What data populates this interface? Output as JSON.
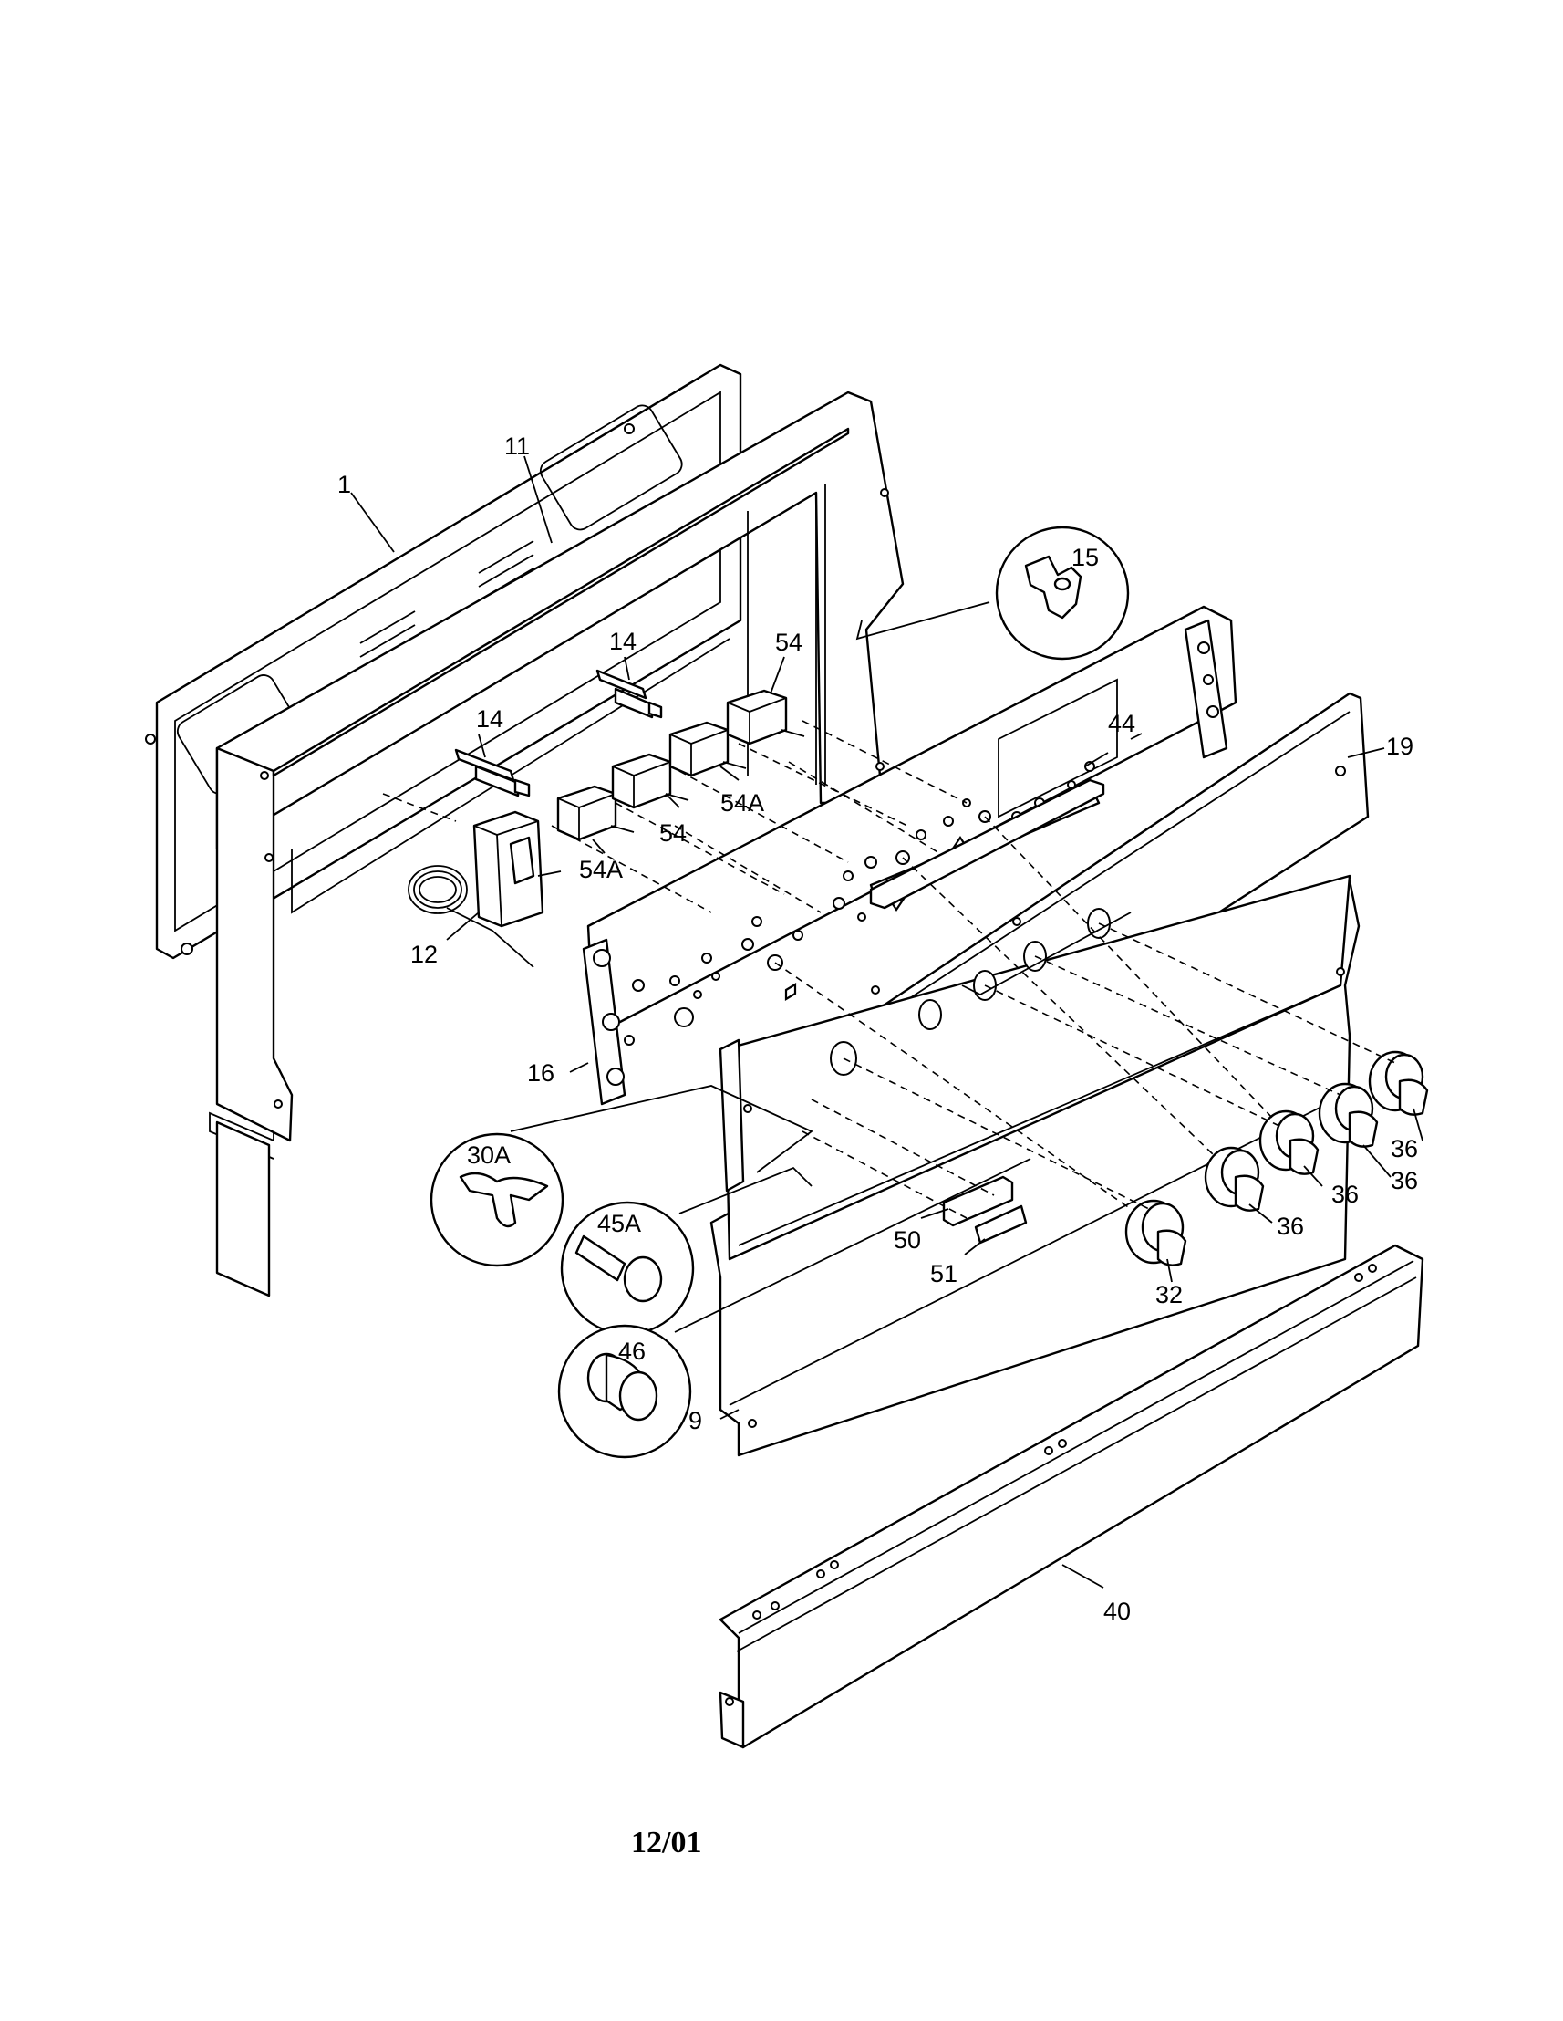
{
  "callouts": {
    "c1": "1",
    "c11": "11",
    "c14a": "14",
    "c14b": "14",
    "c54a": "54",
    "c54b": "54",
    "c54Aa": "54A",
    "c54Ab": "54A",
    "c15": "15",
    "c44": "44",
    "c19": "19",
    "c12": "12",
    "c16": "16",
    "c30A": "30A",
    "c45A": "45A",
    "c46": "46",
    "c50": "50",
    "c51": "51",
    "c9": "9",
    "c32": "32",
    "c36a": "36",
    "c36b": "36",
    "c36c": "36",
    "c36d": "36",
    "c40": "40"
  },
  "footer": {
    "date": "12/01"
  }
}
